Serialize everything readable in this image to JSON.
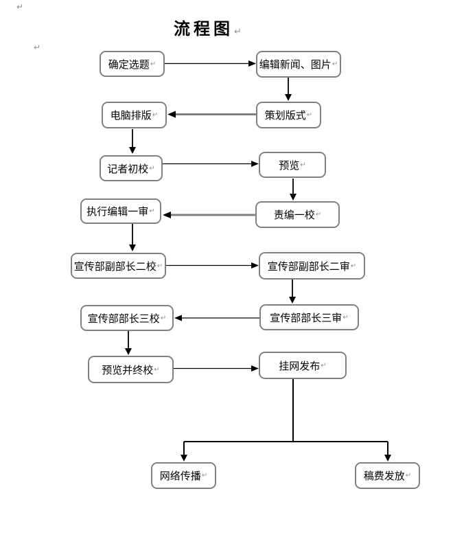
{
  "page": {
    "title": "流程图"
  },
  "marks": {
    "return": "↵"
  },
  "colors": {
    "box_border": "#808080",
    "text": "#000000",
    "thin_arrow": "#000000",
    "thick_arrow_line": "#808080",
    "arrow_head": "#000000",
    "return_mark": "#909090"
  },
  "nodes": [
    {
      "id": "determine-topic",
      "label": "确定选题"
    },
    {
      "id": "edit-news-images",
      "label": "编辑新闻、图片"
    },
    {
      "id": "computer-typesetting",
      "label": "电脑排版"
    },
    {
      "id": "plan-layout",
      "label": "策划版式"
    },
    {
      "id": "reporter-first-proof",
      "label": "记者初校"
    },
    {
      "id": "preview",
      "label": "预览"
    },
    {
      "id": "executive-editor-first-review",
      "label": "执行编辑一审"
    },
    {
      "id": "duty-editor-first-proof",
      "label": "责编一校"
    },
    {
      "id": "deputy-director-second-proof",
      "label": "宣传部副部长二校"
    },
    {
      "id": "deputy-director-second-review",
      "label": "宣传部副部长二审"
    },
    {
      "id": "director-third-proof",
      "label": "宣传部部长三校"
    },
    {
      "id": "director-third-review",
      "label": "宣传部部长三审"
    },
    {
      "id": "preview-final-proof",
      "label": "预览并终校"
    },
    {
      "id": "publish-online",
      "label": "挂网发布"
    },
    {
      "id": "network-distribution",
      "label": "网络传播"
    },
    {
      "id": "fee-payment",
      "label": "稿费发放"
    }
  ],
  "edges": [
    {
      "from": "确定选题",
      "to": "编辑新闻、图片"
    },
    {
      "from": "编辑新闻、图片",
      "to": "策划版式"
    },
    {
      "from": "策划版式",
      "to": "电脑排版"
    },
    {
      "from": "电脑排版",
      "to": "记者初校"
    },
    {
      "from": "记者初校",
      "to": "预览"
    },
    {
      "from": "预览",
      "to": "责编一校"
    },
    {
      "from": "责编一校",
      "to": "执行编辑一审"
    },
    {
      "from": "执行编辑一审",
      "to": "宣传部副部长二校"
    },
    {
      "from": "宣传部副部长二校",
      "to": "宣传部副部长二审"
    },
    {
      "from": "宣传部副部长二审",
      "to": "宣传部部长三审"
    },
    {
      "from": "宣传部部长三审",
      "to": "宣传部部长三校"
    },
    {
      "from": "宣传部部长三校",
      "to": "预览并终校"
    },
    {
      "from": "预览并终校",
      "to": "挂网发布"
    },
    {
      "from": "挂网发布",
      "to": "网络传播"
    },
    {
      "from": "挂网发布",
      "to": "稿费发放"
    }
  ]
}
